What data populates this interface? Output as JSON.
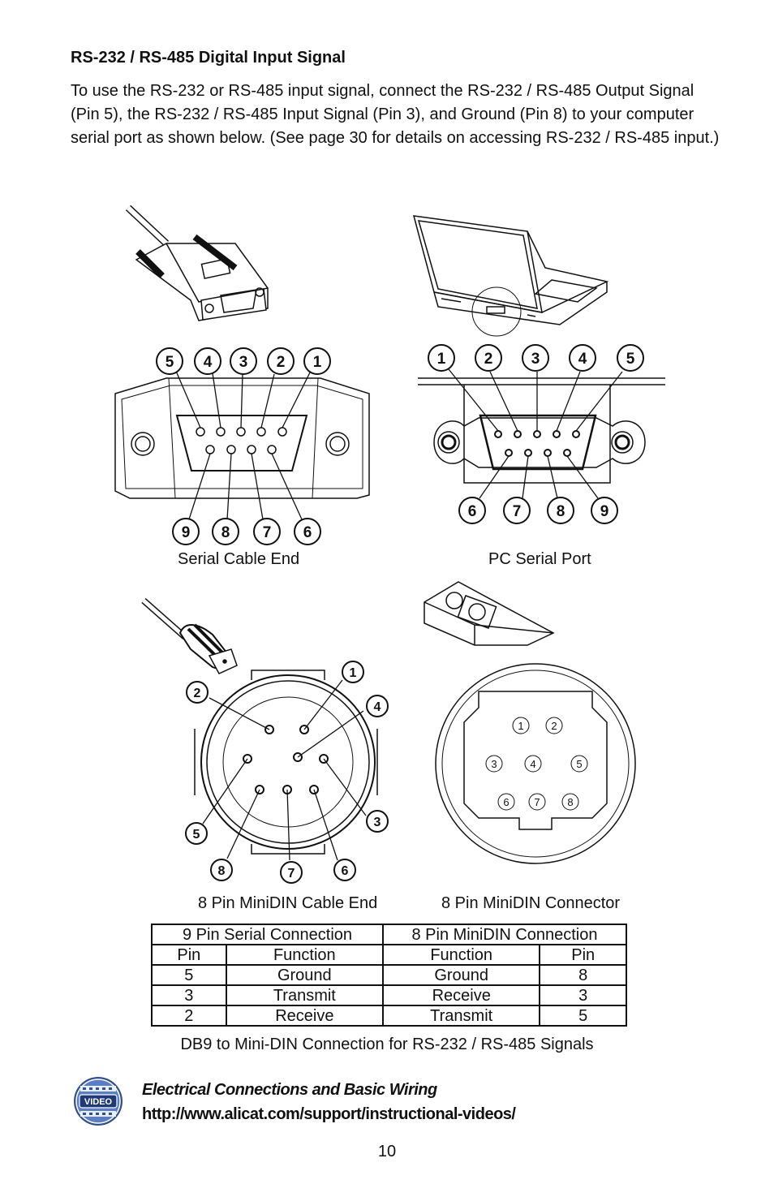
{
  "heading": "RS-232 / RS-485 Digital Input Signal",
  "intro": "To use the RS-232 or RS-485 input signal, connect the RS-232 / RS-485 Output Signal (Pin 5), the RS-232 / RS-485 Input Signal (Pin 3), and Ground (Pin 8) to your computer serial port as shown below. (See page 30 for details on accessing RS-232 / RS-485 input.)",
  "figures": {
    "serial_cable_end": {
      "caption": "Serial Cable End",
      "top_labels": [
        "5",
        "4",
        "3",
        "2",
        "1"
      ],
      "bottom_labels": [
        "9",
        "8",
        "7",
        "6"
      ]
    },
    "pc_serial_port": {
      "caption": "PC Serial Port",
      "top_labels": [
        "1",
        "2",
        "3",
        "4",
        "5"
      ],
      "bottom_labels": [
        "6",
        "7",
        "8",
        "9"
      ]
    },
    "minidin_cable_end": {
      "caption": "8 Pin MiniDIN Cable End",
      "labels": [
        "1",
        "2",
        "3",
        "4",
        "5",
        "6",
        "7",
        "8"
      ]
    },
    "minidin_connector": {
      "caption": "8 Pin MiniDIN Connector",
      "labels": [
        "1",
        "2",
        "3",
        "4",
        "5",
        "6",
        "7",
        "8"
      ]
    }
  },
  "table": {
    "group_headers": [
      "9 Pin Serial Connection",
      "8 Pin MiniDIN Connection"
    ],
    "columns": [
      "Pin",
      "Function",
      "Function",
      "Pin"
    ],
    "rows": [
      [
        "5",
        "Ground",
        "Ground",
        "8"
      ],
      [
        "3",
        "Transmit",
        "Receive",
        "3"
      ],
      [
        "2",
        "Receive",
        "Transmit",
        "5"
      ]
    ],
    "caption": "DB9 to Mini-DIN Connection for RS-232 / RS-485 Signals"
  },
  "video": {
    "icon_label": "VIDEO",
    "title": "Electrical Connections and Basic Wiring",
    "url": "http://www.alicat.com/support/instructional-videos/"
  },
  "page_number": "10"
}
